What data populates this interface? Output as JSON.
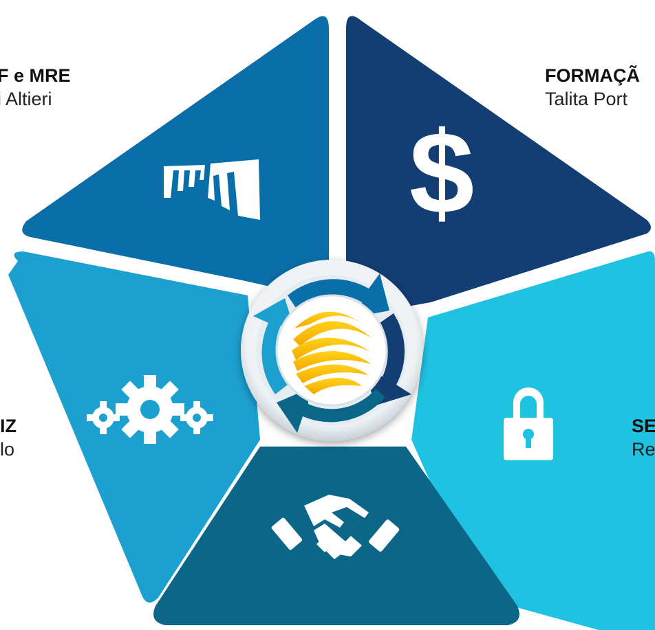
{
  "segments": [
    {
      "id": "top-left",
      "color": "#0a6fa8",
      "icon": "building-columns-icon",
      "title": "F e MRE",
      "person": "i Altieri"
    },
    {
      "id": "top-right",
      "color": "#123e73",
      "icon": "dollar-sign-icon",
      "title": "FORMAÇÃ",
      "person": "Talita Port"
    },
    {
      "id": "right",
      "color": "#20c2e2",
      "icon": "padlock-icon",
      "title": "SE",
      "person": "Re"
    },
    {
      "id": "bottom",
      "color": "#0b6688",
      "icon": "handshake-icon",
      "title": "",
      "person": ""
    },
    {
      "id": "left",
      "color": "#1ca0d0",
      "icon": "gears-icon",
      "title": "IZ",
      "person": "lo"
    }
  ],
  "center": {
    "logo": "sun-s-logo",
    "ring": "cycle-arrows-ring"
  }
}
